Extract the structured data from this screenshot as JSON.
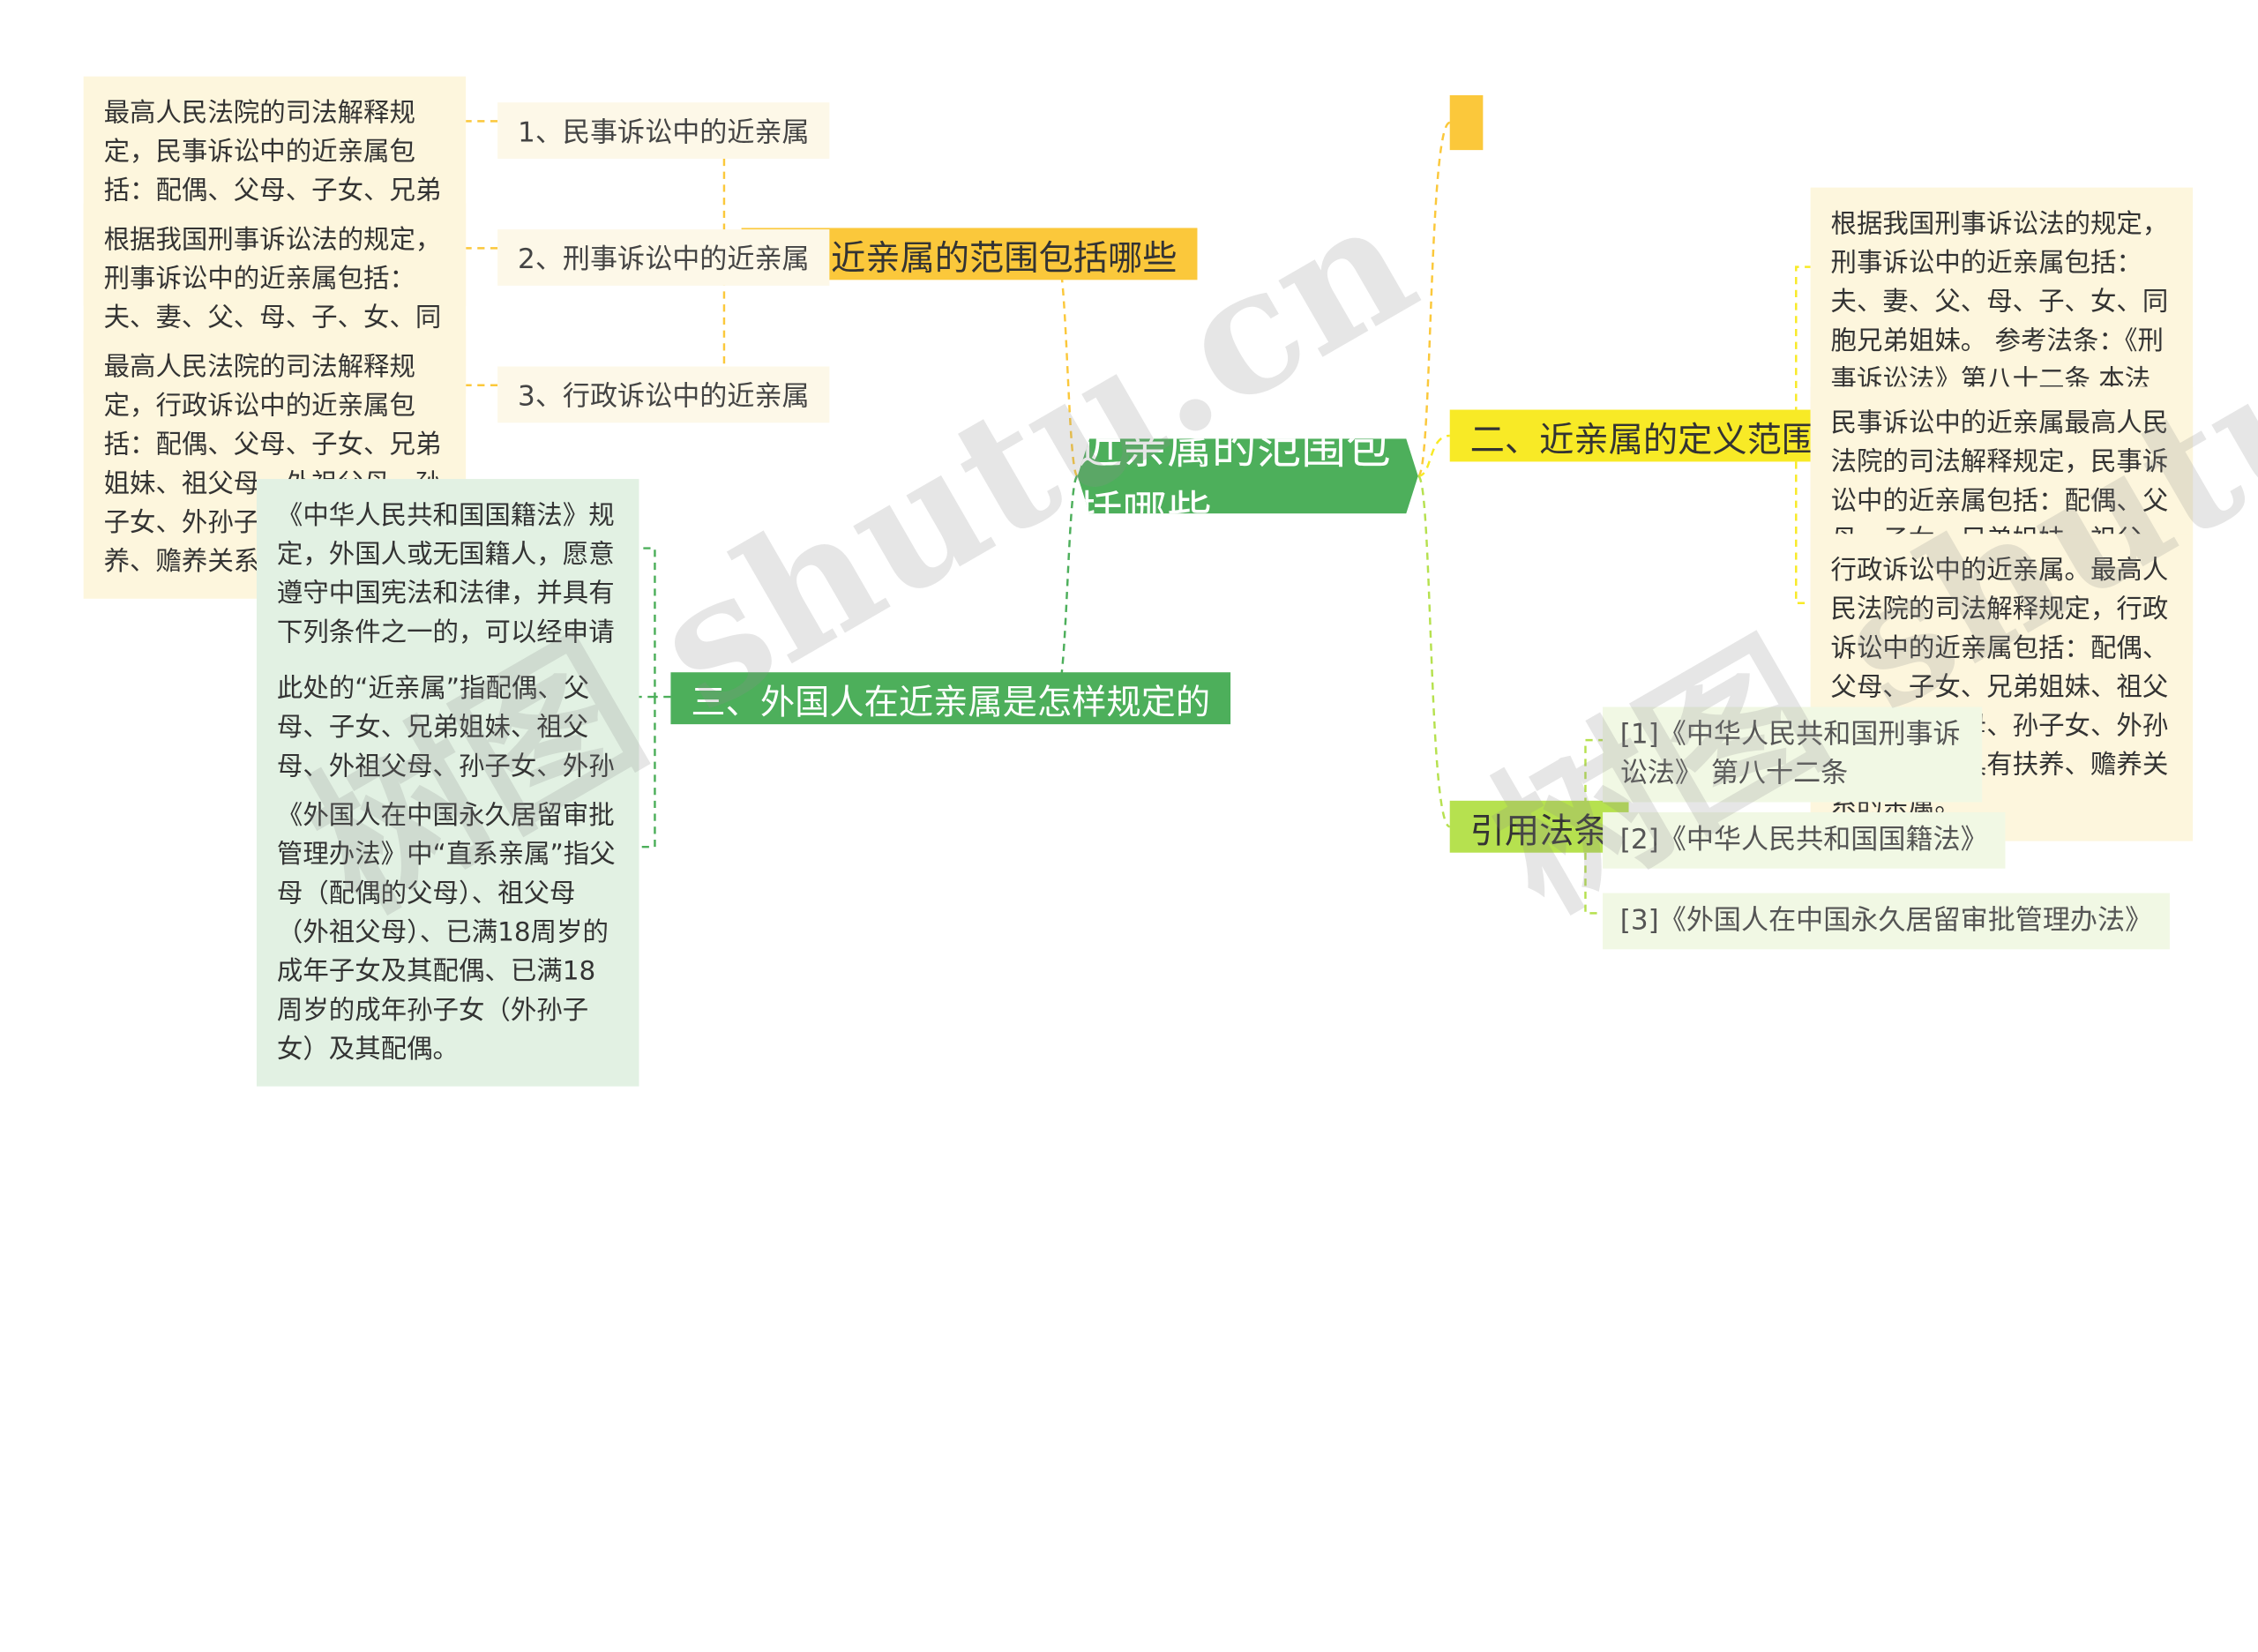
{
  "root": {
    "label": "近亲属的范围包括哪些"
  },
  "branches": [
    {
      "label": "一、近亲属的范围包括哪些",
      "children": [
        {
          "label": "1、民事诉讼中的近亲属",
          "detail": "最高人民法院的司法解释规定，民事诉讼中的近亲属包括：配偶、父母、子女、兄弟姐妹、祖父母、外祖父母、孙子女、外孙子女。"
        },
        {
          "label": "2、刑事诉讼中的近亲属",
          "detail": "根据我国刑事诉讼法的规定，刑事诉讼中的近亲属包括：夫、妻、父、母、子、女、同胞兄弟姐妹。"
        },
        {
          "label": "3、行政诉讼中的近亲属",
          "detail": "最高人民法院的司法解释规定，行政诉讼中的近亲属包括：配偶、父母、子女、兄弟姐妹、祖父母、外祖父母、孙子女、外孙子女和其他具有扶养、赡养关系的亲属。"
        }
      ]
    },
    {
      "label": "三、外国人在近亲属是怎样规定的",
      "children": [
        {
          "detail": "《中华人民共和国国籍法》规定，外国人或无国籍人，愿意遵守中国宪法和法律，并具有下列条件之一的，可以经申请批准加入中国国籍：一、中国人的近亲属；二、定居在中国的；三、有其它正当理由。"
        },
        {
          "detail": "此处的“近亲属”指配偶、父母、子女、兄弟姐妹、祖父母、外祖父母、孙子女、外孙子女和其他具有抚养、赡养关系的亲属。"
        },
        {
          "detail": "《外国人在中国永久居留审批管理办法》中“直系亲属”指父母（配偶的父母）、祖父母（外祖父母）、已满18周岁的成年子女及其配偶、已满18周岁的成年孙子女（外孙子女）及其配偶。"
        }
      ]
    },
    {
      "label": ""
    },
    {
      "label": "二、近亲属的定义范围是什么",
      "children": [
        {
          "detail": "根据我国刑事诉讼法的规定，刑事诉讼中的近亲属包括：夫、妻、父、母、子、女、同胞兄弟姐妹。 参考法条：《刑事诉讼法》第八十二条 本法下列用语的含意是：（六）“近亲属”是指夫、妻、父、母、子、女、同胞兄弟姊妹。"
        },
        {
          "detail": "民事诉讼中的近亲属最高人民法院的司法解释规定，民事诉讼中的近亲属包括：配偶、父母、子女、兄弟姐妹、祖父母、外祖父母、孙子女、外孙子女。"
        },
        {
          "detail": "行政诉讼中的近亲属。最高人民法院的司法解释规定，行政诉讼中的近亲属包括：配偶、父母、子女、兄弟姐妹、祖父母、外祖父母、孙子女、外孙子女和其他具有扶养、赡养关系的亲属。"
        }
      ]
    },
    {
      "label": "引用法条",
      "children": [
        {
          "label": "[1]《中华人民共和国刑事诉讼法》 第八十二条"
        },
        {
          "label": "[2]《中华人民共和国国籍法》"
        },
        {
          "label": "[3]《外国人在中国永久居留审批管理办法》"
        }
      ]
    }
  ],
  "watermarks": [
    "树图 shutu.cn",
    "树图 shutu.cn"
  ],
  "colors": {
    "orange": "#fbc83b",
    "yellow": "#f8ea26",
    "green": "#4daf5b",
    "lime": "#b6e14f",
    "leaf_yellow_bg": "#fdf6dd",
    "leaf_green_bg": "#e2f1e3",
    "leaf_lime_bg": "#f1f8e4"
  }
}
